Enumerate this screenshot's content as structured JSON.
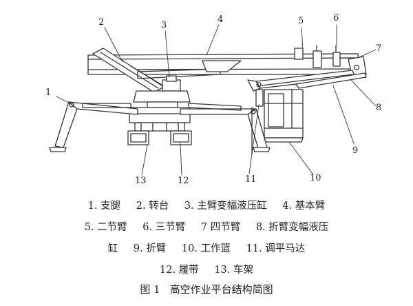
{
  "callouts": [
    "1",
    "2",
    "3",
    "4",
    "5",
    "6",
    "7",
    "8",
    "9",
    "10",
    "11",
    "12",
    "13"
  ],
  "legend": {
    "line1": [
      "1. 支腿",
      "2. 转台",
      "3. 主臂变幅液压缸",
      "4. 基本臂"
    ],
    "line2": [
      "5. 二节臂",
      "6. 三节臂",
      "7 四节臂",
      "8. 折臂变幅液压"
    ],
    "line3": [
      "缸",
      "9. 折臂",
      "10. 工作篮",
      "11. 调平马达"
    ],
    "line4": [
      "12. 履带",
      "13. 车架"
    ]
  },
  "caption": {
    "figure": "图 1",
    "title": "高空作业平台结构简图"
  }
}
